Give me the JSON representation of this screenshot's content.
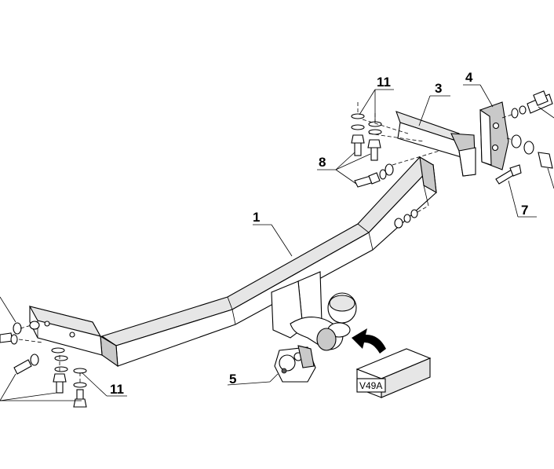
{
  "callouts": {
    "c1": "1",
    "c3": "3",
    "c4": "4",
    "c5": "5",
    "c7": "7",
    "c8": "8",
    "c11_top": "11",
    "c11_bottom": "11"
  },
  "package_label": "V49A",
  "colors": {
    "line": "#000000",
    "shade": "#c9c9c9",
    "light": "#e6e6e6",
    "background": "#ffffff"
  }
}
